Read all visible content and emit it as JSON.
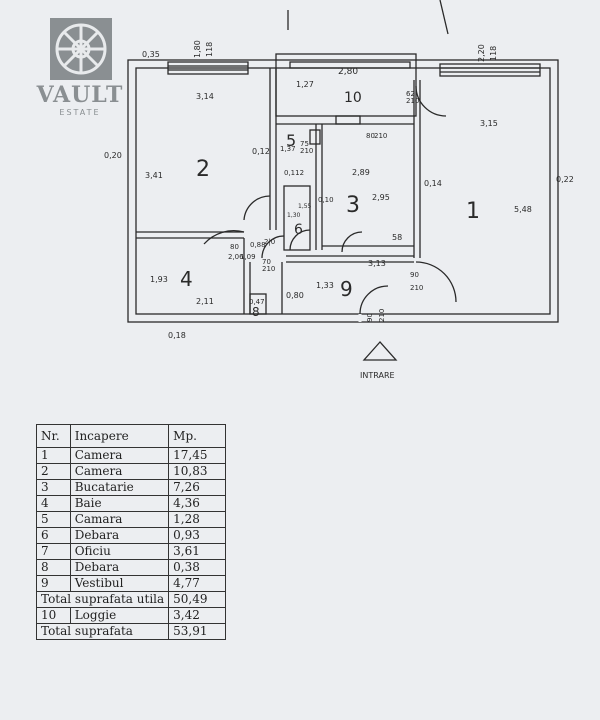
{
  "logo": {
    "brand": "VAULT",
    "sub": "ESTATE"
  },
  "rooms": {
    "r1": "1",
    "r2": "2",
    "r3": "3",
    "r4": "4",
    "r5": "5",
    "r6": "6",
    "r8": "8",
    "r9": "9",
    "r10": "10"
  },
  "dims": {
    "d_035": "0,35",
    "d_180": "1,80",
    "d_118a": "118",
    "d_280": "2,80",
    "d_220": "2,20",
    "d_118b": "118",
    "d_314": "3,14",
    "d_127": "1,27",
    "d_315": "3,15",
    "d_020": "0,20",
    "d_341": "3,41",
    "d_012": "0,12",
    "d_137": "1,37",
    "d_112": "0,112",
    "d_289": "2,89",
    "d_295": "2,95",
    "d_014": "0,14",
    "d_548": "5,48",
    "d_022": "0,22",
    "d_010": "0,10",
    "d_155": "1,55",
    "d_130": "1,30",
    "d_058": "58",
    "d_313": "3,13",
    "d_088": "0,88",
    "d_206": "2,06",
    "d_109": "1,09",
    "d_193": "1,93",
    "d_211": "2,11",
    "d_047": "0,47",
    "d_080": "0,80",
    "d_133": "1,33",
    "d_018": "0,18",
    "d_90": "90",
    "d_210a": "210",
    "d_90b": "90",
    "d_210b": "210",
    "d_80": "80",
    "d_210c": "2|0",
    "d_70": "70",
    "d_210d": "210",
    "d_62": "62",
    "d_210e": "210",
    "d_75": "75",
    "d_210f": "210",
    "d_80b": "80",
    "d_210g": "210"
  },
  "entry_label": "INTRARE",
  "table": {
    "header": [
      "Nr.",
      "Incapere",
      "Mp."
    ],
    "rows": [
      [
        "1",
        "Camera",
        "17,45"
      ],
      [
        "2",
        "Camera",
        "10,83"
      ],
      [
        "3",
        "Bucatarie",
        "7,26"
      ],
      [
        "4",
        "Baie",
        "4,36"
      ],
      [
        "5",
        "Camara",
        "1,28"
      ],
      [
        "6",
        "Debara",
        "0,93"
      ],
      [
        "7",
        "Oficiu",
        "3,61"
      ],
      [
        "8",
        "Debara",
        "0,38"
      ],
      [
        "9",
        "Vestibul",
        "4,77"
      ]
    ],
    "total_util_label": "Total suprafata utila",
    "total_util_value": "50,49",
    "loggie": [
      "10",
      "Loggie",
      "3,42"
    ],
    "total_label": "Total suprafata",
    "total_value": "53,91"
  },
  "colors": {
    "ink": "#2a2a2a",
    "paper": "#eceef1",
    "logo": "#8a8f92"
  }
}
